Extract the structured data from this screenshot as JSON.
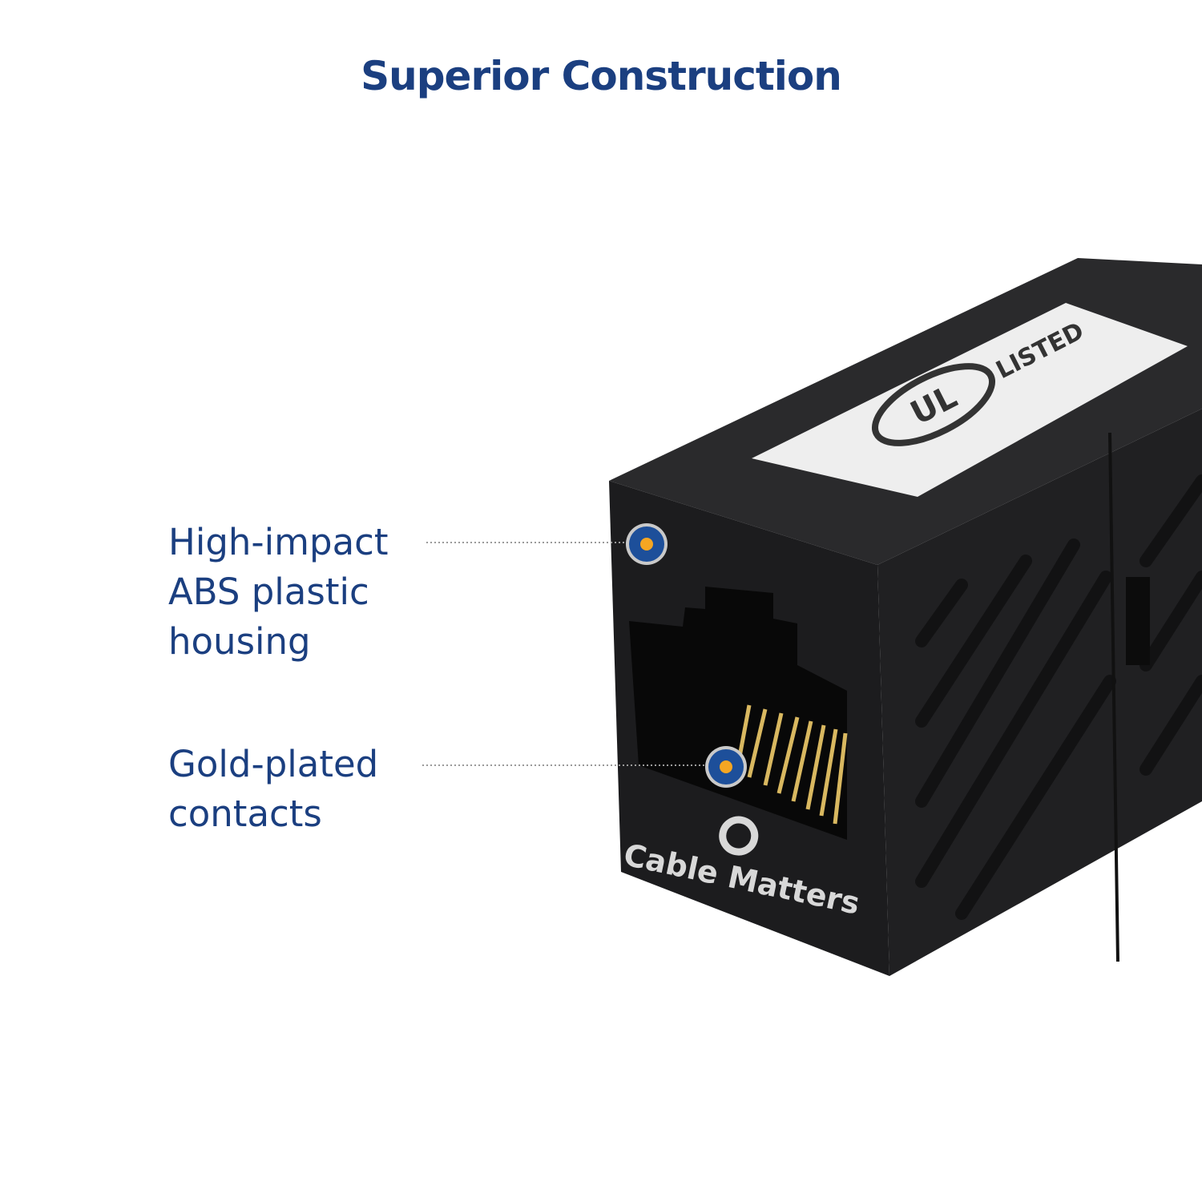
{
  "header": {
    "title": "Superior Construction"
  },
  "callouts": [
    {
      "text": "High-impact\nABS plastic\nhousing"
    },
    {
      "text": "Gold-plated\ncontacts"
    }
  ],
  "product": {
    "brand_logo": "Cable Matters",
    "certification_mark": "UL LISTED"
  },
  "colors": {
    "text": "#1b3f80",
    "marker_ring": "#1d4f9a",
    "marker_center": "#f5a623",
    "housing": "#1c1c1e",
    "contacts": "#d9b860"
  }
}
